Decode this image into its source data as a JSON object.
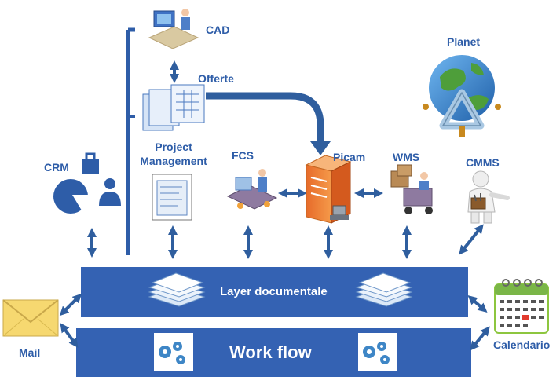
{
  "labels": {
    "cad": "CAD",
    "offerte": "Offerte",
    "planet": "Planet",
    "crm": "CRM",
    "project_management_line1": "Project",
    "project_management_line2": "Management",
    "fcs": "FCS",
    "picam": "Picam",
    "wms": "WMS",
    "cmms": "CMMS",
    "layer_documentale": "Layer documentale",
    "work_flow": "Work flow",
    "mail": "Mail",
    "calendario": "Calendario"
  },
  "colors": {
    "primary_blue": "#2E5DA8",
    "bar_blue": "#3462B3",
    "arrow_blue": "#2F5E9E",
    "envelope": "#F6D870"
  }
}
